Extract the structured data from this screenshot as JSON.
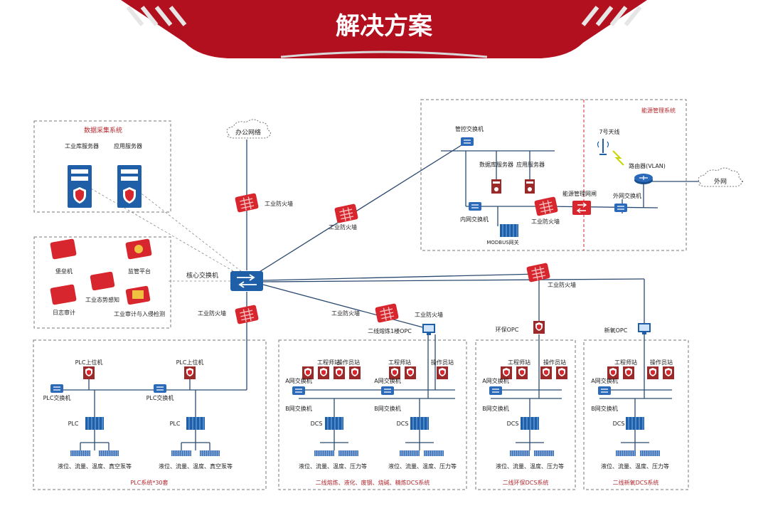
{
  "header": {
    "title": "解决方案"
  },
  "colors": {
    "brand_red": "#b3101f",
    "firewall": "#d7262d",
    "switch_blue": "#1f5fa8",
    "line": "#2b4a6f"
  },
  "zones": {
    "data_collection": "数据采集系统",
    "energy_mgmt": "能源管理系统",
    "plc_sys": "PLC系统*30套",
    "dcs_sys1": "二线熔炼、液化、废钢、烧碱、精炼DCS系统",
    "dcs_sys2": "二线环保DCS系统",
    "dcs_sys3": "二线新氧DCS系统"
  },
  "labels": {
    "office_net": "办公网络",
    "core_switch": "核心交换机",
    "fw": "工业防火墙",
    "app_db_server": "工业库服务器",
    "app_server": "应用服务器",
    "log_audit": "堡垒机",
    "security_platform": "监管平台",
    "log_audit2": "日志审计",
    "situation": "工业态势感知",
    "ids": "工业审计与入侵检测",
    "mgmt_switch": "管控交换机",
    "db_server": "数据库服务器",
    "app_server2": "应用服务器",
    "intranet_switch": "内网交换机",
    "modbus_gw": "MODBUS网关",
    "energy_gw": "能源管理网闸",
    "extranet_switch": "外网交换机",
    "router": "路由器(VLAN)",
    "wireless": "7号天线",
    "external_net": "外网",
    "opc1": "二线熔炼1楼OPC",
    "opc2": "环保OPC",
    "opc3": "新氧OPC",
    "plc_host": "PLC上位机",
    "plc_switch": "PLC交换机",
    "plc": "PLC",
    "eng_op": "工程师站",
    "op_station": "操作员站",
    "a_switch": "A网交换机",
    "b_switch": "B网交换机",
    "dcs": "DCS",
    "plc_sensors": "液位、流量、温度、真空泵等",
    "dcs_sensors": "液位、流量、温度、压力等"
  }
}
